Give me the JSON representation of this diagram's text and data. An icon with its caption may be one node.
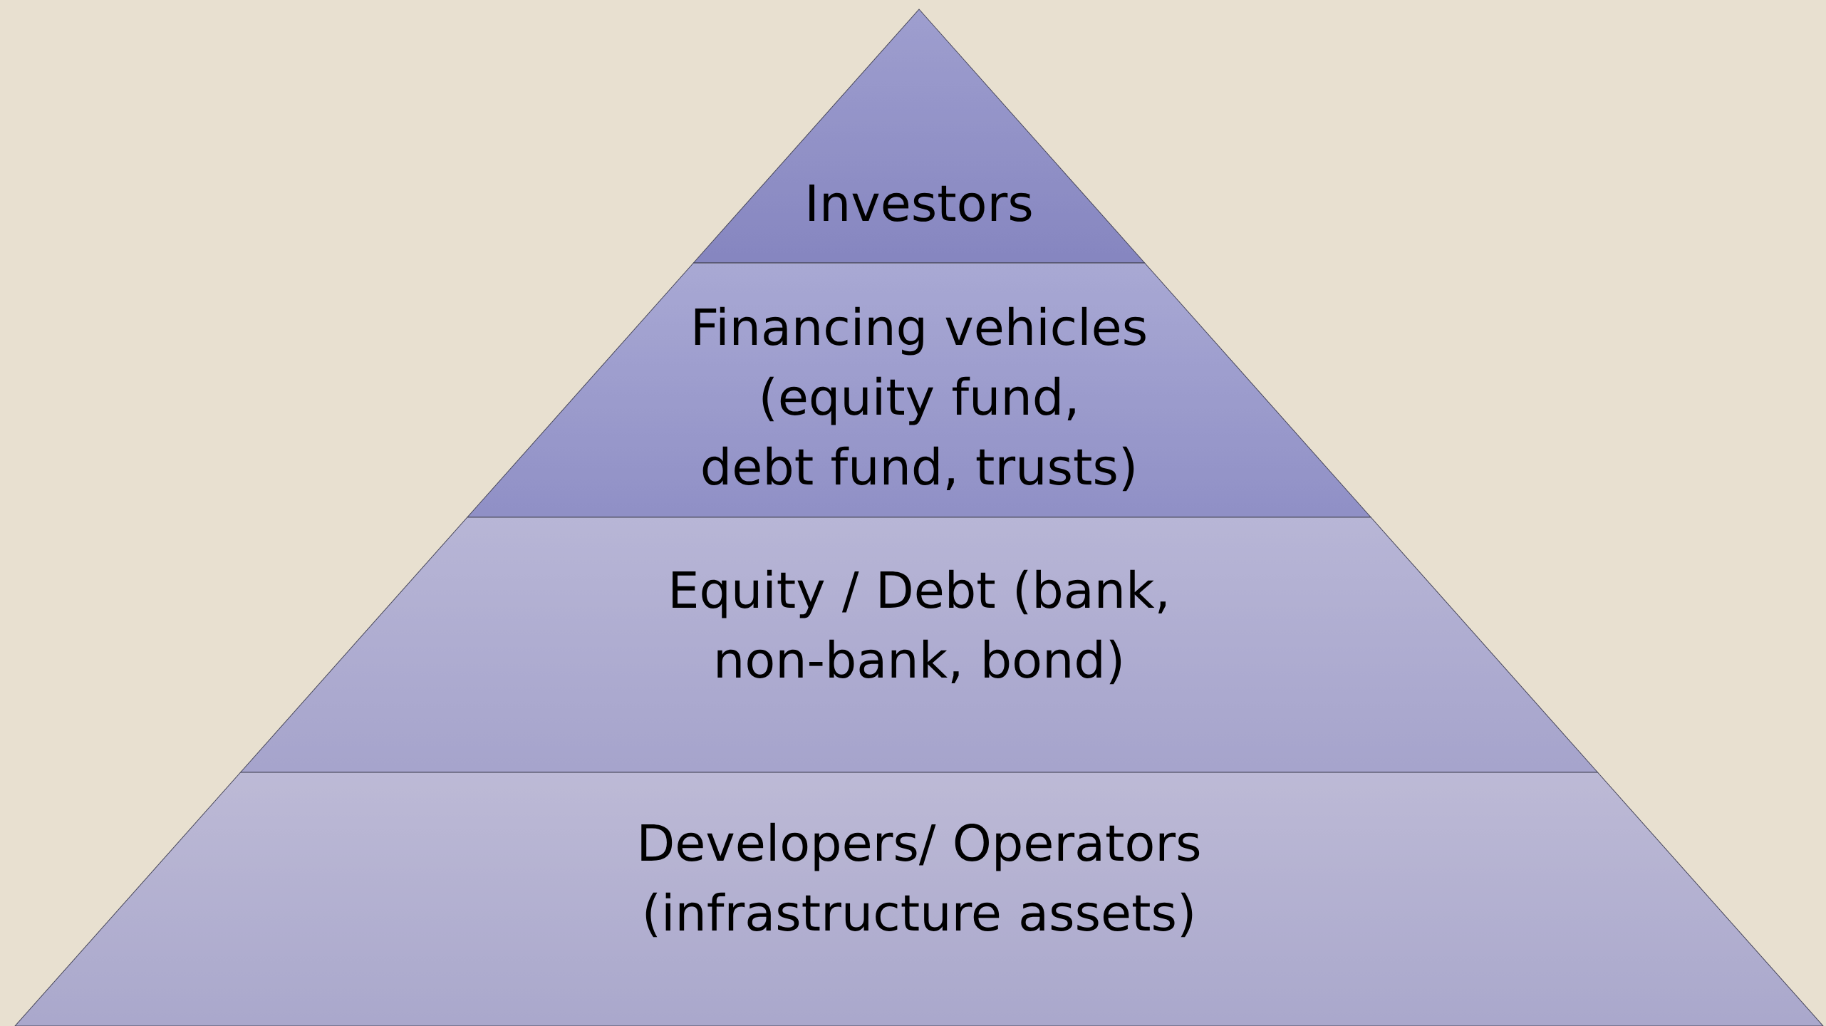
{
  "diagram": {
    "nodes": [
      {
        "text": [
          "Investors"
        ]
      },
      {
        "text": [
          "Financing vehicles (equity fund, debt fund, trusts)"
        ]
      },
      {
        "text": [
          "Equity / Debt (bank, non-bank, bond)"
        ]
      },
      {
        "text": [
          "Developers/ Operators (infrastructure assets)"
        ]
      }
    ]
  }
}
